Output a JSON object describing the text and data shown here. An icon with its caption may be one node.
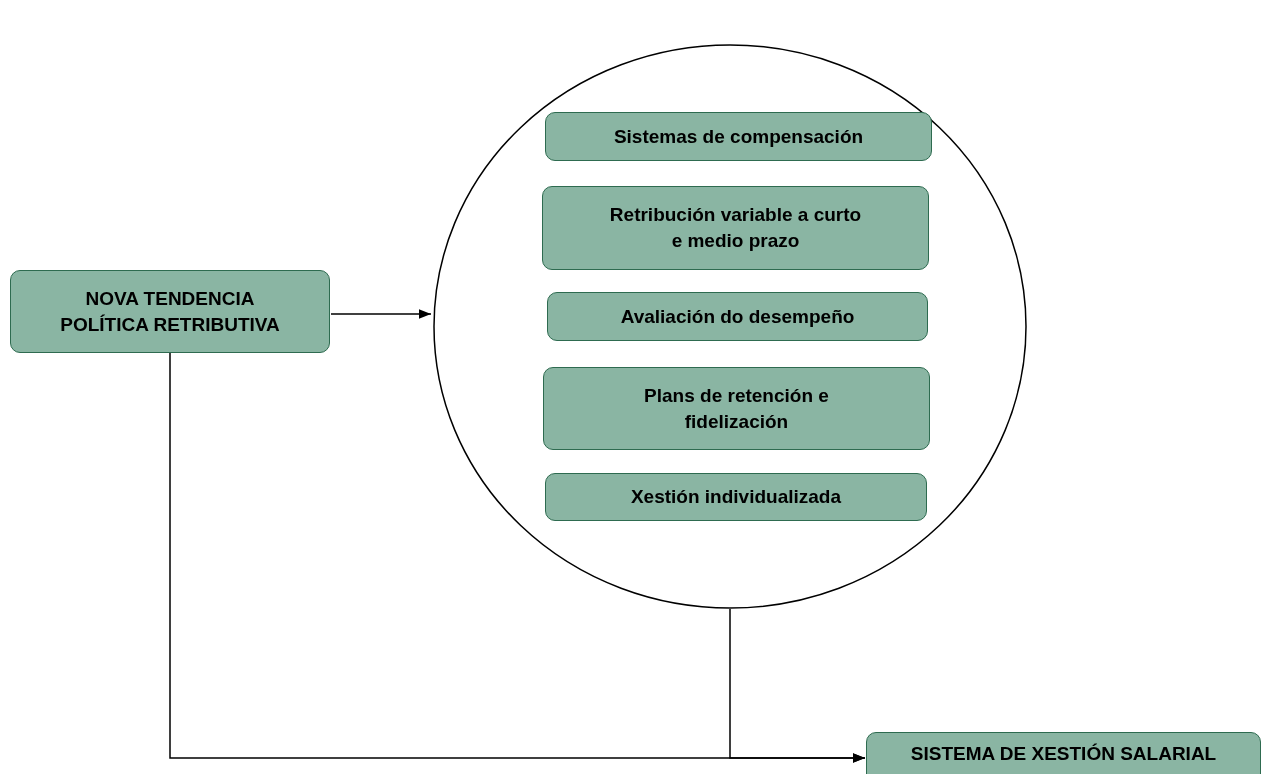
{
  "diagram": {
    "nodes": [
      {
        "text": [
          "NOVA TENDENCIA POLÍTICA RETRIBUTIVA"
        ]
      },
      {
        "text": [],
        "shape": "circle"
      },
      {
        "text": [
          "Sistemas de compensación"
        ],
        "in": 1
      },
      {
        "text": [
          "Retribución variable a curto e medio prazo"
        ],
        "in": 1
      },
      {
        "text": [
          "Avaliación do desempeño"
        ],
        "in": 1
      },
      {
        "text": [
          "Plans de retención e fidelización"
        ],
        "in": 1
      },
      {
        "text": [
          "Xestión individualizada"
        ],
        "in": 1
      },
      {
        "text": [
          "SISTEMA DE XESTIÓN SALARIAL"
        ]
      }
    ],
    "edges": [
      {
        "from": 0,
        "to": 1,
        "arrow": "to"
      },
      {
        "from": 1,
        "to": 7,
        "arrow": "to"
      },
      {
        "from": 0,
        "to": 7,
        "arrow": "to"
      }
    ]
  }
}
